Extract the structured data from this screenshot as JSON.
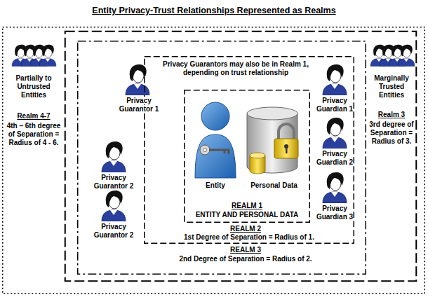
{
  "diagram": {
    "title": "Entity Privacy-Trust Relationships Represented as Realms",
    "nodes": [
      {
        "text": [
          "Partially to Untrusted Entities",
          "Realm 4-7",
          "4th – 6th degree of Separation = Radius of 4 - 6."
        ]
      },
      {
        "text": [
          "Marginally Trusted Entities",
          "Realm 3",
          "3rd degree of Separation = Radius of 3."
        ],
        "in": 0
      },
      {
        "text": [
          "REALM 3",
          "2nd Degree of Separation = Radius of 2."
        ],
        "in": 1
      },
      {
        "text": [
          "Privacy Guarantors may also be in Realm 1, depending on trust relationship",
          "REALM 2",
          "1st Degree of Separation = Radius of 1."
        ],
        "in": 2
      },
      {
        "text": [
          "REALM 1",
          "ENTITY AND PERSONAL DATA"
        ],
        "in": 3
      }
    ],
    "labels": [
      "Privacy Guarantor 1",
      "Privacy Guarantor 2",
      "Privacy Guarantor 2",
      "Privacy Guardian 1",
      "Privacy Guardian 2",
      "Privacy Guardian 3",
      "Entity",
      "Personal Data"
    ]
  }
}
